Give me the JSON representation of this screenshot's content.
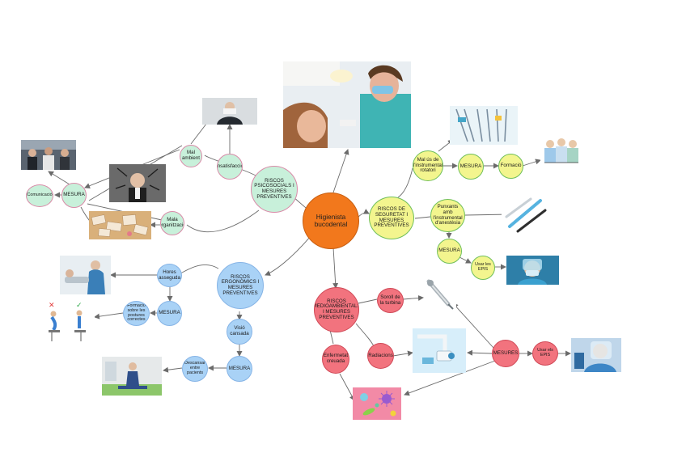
{
  "center": "Higienista bucodental",
  "psychosocial": {
    "title": "RISCOS PSICOSOCIALS I MESURES PREVENTIVES",
    "risks": [
      "Mal ambient",
      "Insatisfacció",
      "Mala organització"
    ],
    "measure": "MESURA",
    "measure_item": "Comunicació"
  },
  "safety": {
    "title": "RISCOS DE SEGURETAT I MESURES PREVENTIVES",
    "risk_1": "Mal ús de l'instrumental rotatori",
    "measure_1": "MESURA",
    "measure_1_item": "Formació",
    "risk_2": "Punxants amb l'instrumental d'anestèsia",
    "measure_2": "MESURA",
    "measure_2_item": "Usar les EPIS"
  },
  "ergonomic": {
    "title": "RISCOS ERGONÒMICS I MESURES PREVENTIVES",
    "risk_1": "Hores asseguda",
    "measure_1": "MESURA",
    "measure_1_item": "Formació sobre les postures correctes",
    "risk_2": "Visió cansada",
    "measure_2": "MESURA",
    "measure_2_item": "Descansar entre pacients"
  },
  "environmental": {
    "title": "RISCOS MEDIOAMBIENTALS I MESURES PREVENTIVES",
    "risk_1": "Soroll de la turbina",
    "risk_2": "Radiacions",
    "risk_3": "Enfermetat creuada",
    "measure": "MESURES",
    "measure_item": "Usar els EPIS"
  },
  "colors": {
    "center": "#f2781c",
    "psychosocial": "#c8f0da",
    "safety": "#f3f58e",
    "ergonomic": "#a9d2f6",
    "environmental": "#f2737e",
    "connector": "#6b6b6b"
  },
  "photos": [
    "hygienist-treating-patient",
    "dental-instruments",
    "dental-staff-group",
    "office-team-conflict",
    "stressed-worker",
    "businessman-frustrated",
    "cluttered-papers",
    "needles-syringes",
    "mask-visor-protection",
    "dentist-ergonomics",
    "correct-posture-icon",
    "dentist-resting",
    "dental-turbine",
    "dental-xray-arm",
    "face-shield-worker",
    "virus-bacteria"
  ]
}
